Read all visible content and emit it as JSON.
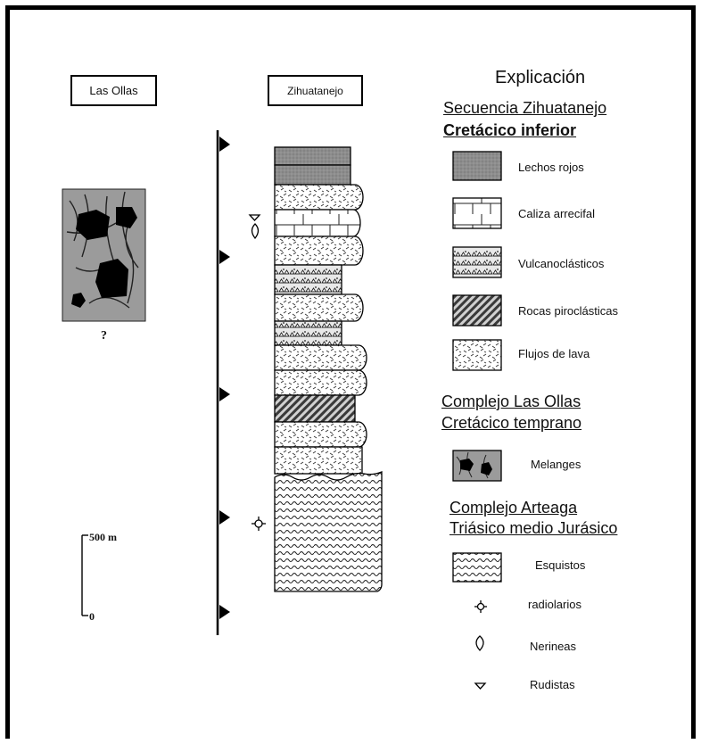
{
  "columns": {
    "las_ollas": "Las Ollas",
    "zihuatanejo": "Zihuatanejo"
  },
  "question_mark": "?",
  "scale": {
    "top_label": "500 m",
    "bottom_label": "0"
  },
  "legend": {
    "title": "Explicación",
    "sections": [
      {
        "name": "Secuencia Zihuatanejo",
        "age": "Cretácico inferior",
        "items": [
          {
            "pattern": "lechos-rojos",
            "label": "Lechos rojos"
          },
          {
            "pattern": "caliza-arrecifal",
            "label": "Caliza arrecifal"
          },
          {
            "pattern": "vulcanoclasticos",
            "label": "Vulcanoclásticos"
          },
          {
            "pattern": "rocas-piroclasticas",
            "label": "Rocas piroclásticas"
          },
          {
            "pattern": "flujos-de-lava",
            "label": "Flujos de lava"
          }
        ]
      },
      {
        "name": "Complejo Las Ollas",
        "age": "Cretácico temprano",
        "items": [
          {
            "pattern": "melanges",
            "label": "Melanges"
          }
        ]
      },
      {
        "name": "Complejo Arteaga",
        "age": "Triásico medio Jurásico",
        "items": [
          {
            "pattern": "esquistos",
            "label": "Esquistos"
          }
        ]
      }
    ],
    "fossils": [
      {
        "symbol": "radiolarios-icon",
        "label": "radiolarios"
      },
      {
        "symbol": "nerineas-icon",
        "label": "Nerineas"
      },
      {
        "symbol": "rudistas-icon",
        "label": "Rudistas"
      }
    ]
  },
  "colors": {
    "lechos_rojos": "#8a8a8a",
    "melange_bg": "#9a9a9a",
    "pyroclastic": "#555555",
    "ink": "#000000"
  }
}
